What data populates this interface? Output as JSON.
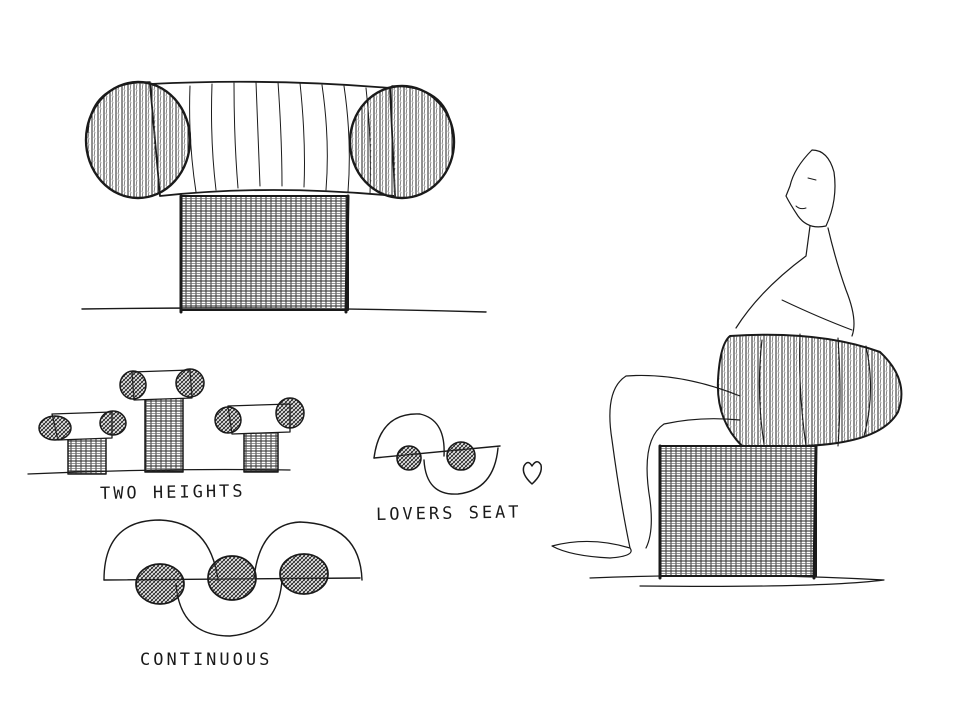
{
  "labels": {
    "two_heights": "TWO HEIGHTS",
    "lovers_seat": "LOVERS  SEAT",
    "continuous": "CONTINUOUS"
  },
  "icons": {
    "heart": "heart-icon"
  },
  "colors": {
    "ink": "#1a1a1a",
    "paper": "#ffffff",
    "shade": "#3a3a3a"
  }
}
